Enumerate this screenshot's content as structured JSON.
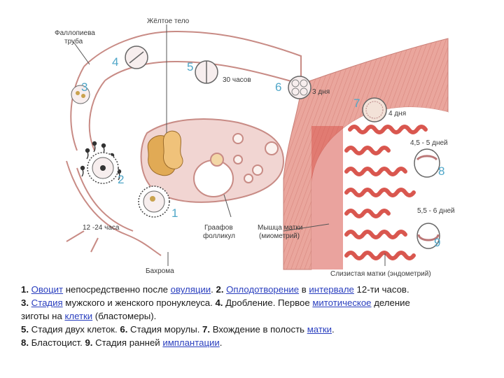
{
  "labels": {
    "yellow_body": "Жёлтое тело",
    "fallopian_tube": [
      "Фаллопиева",
      "труба"
    ],
    "hours_30": "30 часов",
    "days_3": "3 дня",
    "days_4": "4 дня",
    "days_45_5": "4,5 - 5 дней",
    "days_55_6": "5,5 - 6 дней",
    "hours_12_24": "12 -24 часа",
    "graaf_follicle": [
      "Граафов",
      "фолликул"
    ],
    "myometrium": [
      "Мышца матки",
      "(миометрий)"
    ],
    "fimbriae": "Бахрома",
    "endometrium": "Слизистая матки (эндометрий)"
  },
  "numbers": [
    "1",
    "2",
    "3",
    "4",
    "5",
    "6",
    "7",
    "8",
    "9"
  ],
  "colors": {
    "uterus_muscle": "#e8a29a",
    "endometrium": "#d9574f",
    "ovary": "#f1d5d2",
    "tube_line": "#c88b85",
    "number_blue": "#4fa6c8",
    "link_blue": "#2a3fbf"
  },
  "caption": {
    "line1": [
      {
        "t": "1.",
        "b": true
      },
      {
        "t": "  "
      },
      {
        "t": "Овоцит",
        "u": true
      },
      {
        "t": " непосредственно после "
      },
      {
        "t": "овуляции",
        "u": true
      },
      {
        "t": ".  "
      },
      {
        "t": "2.",
        "b": true
      },
      {
        "t": "  "
      },
      {
        "t": "Оплодотворение",
        "u": true
      },
      {
        "t": " в "
      },
      {
        "t": "интервале",
        "u": true
      },
      {
        "t": " 12-ти часов."
      }
    ],
    "line2": [
      {
        "t": " "
      },
      {
        "t": "3.",
        "b": true
      },
      {
        "t": "  "
      },
      {
        "t": "Стадия",
        "u": true
      },
      {
        "t": " мужского и женского пронуклеуса.  "
      },
      {
        "t": "4.",
        "b": true
      },
      {
        "t": " Дробление. Первое "
      },
      {
        "t": "митотическое",
        "u": true
      },
      {
        "t": " деление"
      }
    ],
    "line3": [
      {
        "t": "зиготы на "
      },
      {
        "t": "клетки",
        "u": true
      },
      {
        "t": " (бластомеры)."
      }
    ],
    "line4": [
      {
        "t": " "
      },
      {
        "t": "5.",
        "b": true
      },
      {
        "t": " Стадия двух клеток.  "
      },
      {
        "t": "6.",
        "b": true
      },
      {
        "t": " Стадия морулы.  "
      },
      {
        "t": "7.",
        "b": true
      },
      {
        "t": " Вхождение в полость "
      },
      {
        "t": "матки",
        "u": true
      },
      {
        "t": "."
      }
    ],
    "line5": [
      {
        "t": " "
      },
      {
        "t": "8.",
        "b": true
      },
      {
        "t": " Бластоцист.  "
      },
      {
        "t": "9.",
        "b": true
      },
      {
        "t": " Стадия ранней "
      },
      {
        "t": "имплантации",
        "u": true
      },
      {
        "t": "."
      }
    ]
  }
}
